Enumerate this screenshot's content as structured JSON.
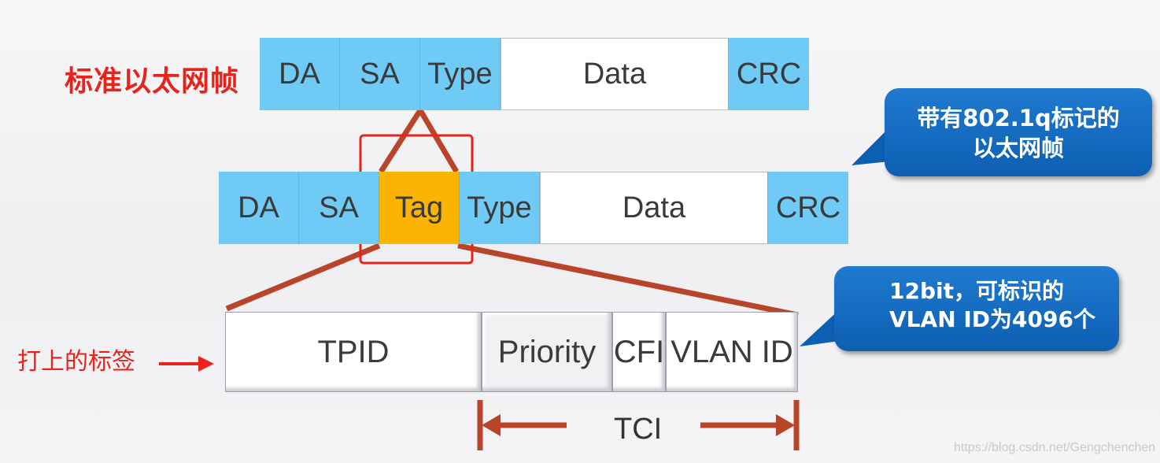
{
  "standard_frame": {
    "label": "标准以太网帧",
    "fields": [
      "DA",
      "SA",
      "Type",
      "Data",
      "CRC"
    ]
  },
  "tagged_frame": {
    "fields": [
      "DA",
      "SA",
      "Tag",
      "Type",
      "Data",
      "CRC"
    ]
  },
  "tag_fields": {
    "label": "打上的标签",
    "fields": [
      "TPID",
      "Priority",
      "CFI",
      "VLAN ID"
    ],
    "tci_label": "TCI"
  },
  "callouts": {
    "tagged_frame_line1": "带有802.1q标记的",
    "tagged_frame_line2": "以太网帧",
    "vlan_id_line1": "12bit，可标识的",
    "vlan_id_line2": "VLAN ID为4096个"
  },
  "watermark": "https://blog.csdn.net/Gengchenchen",
  "colors": {
    "field_blue": "#6fcaf6",
    "tag_yellow": "#fbb403",
    "connector_red": "#b8442a",
    "highlight_red": "#e8231c",
    "callout_blue": "#0d5fb1"
  }
}
